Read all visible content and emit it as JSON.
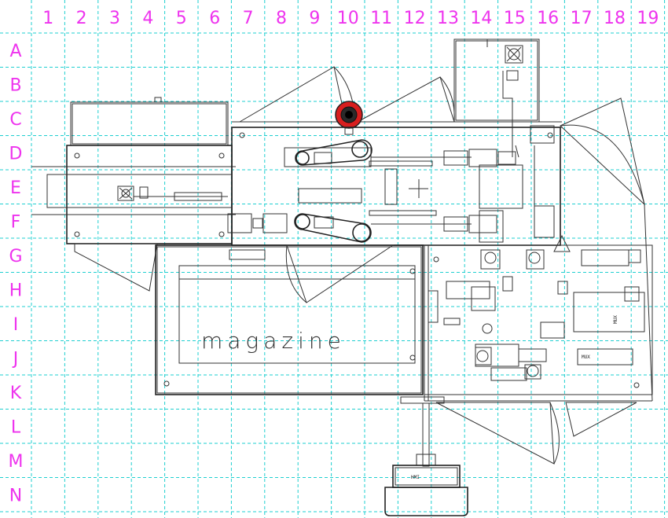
{
  "grid": {
    "columns": [
      "1",
      "2",
      "3",
      "4",
      "5",
      "6",
      "7",
      "8",
      "9",
      "10",
      "11",
      "12",
      "13",
      "14",
      "15",
      "16",
      "17",
      "18",
      "19"
    ],
    "rows": [
      "A",
      "B",
      "C",
      "D",
      "E",
      "F",
      "G",
      "H",
      "I",
      "J",
      "K",
      "L",
      "M",
      "N"
    ]
  },
  "labels": {
    "magazine": "magazine",
    "hmi": "HMI",
    "mux_top": "MUX",
    "mux_right": "MUX"
  },
  "colors": {
    "grid": "#1ecfd0",
    "grid_labels": "#ee33ee",
    "emergency_stop": "#d81e1e",
    "line": "#333333"
  }
}
